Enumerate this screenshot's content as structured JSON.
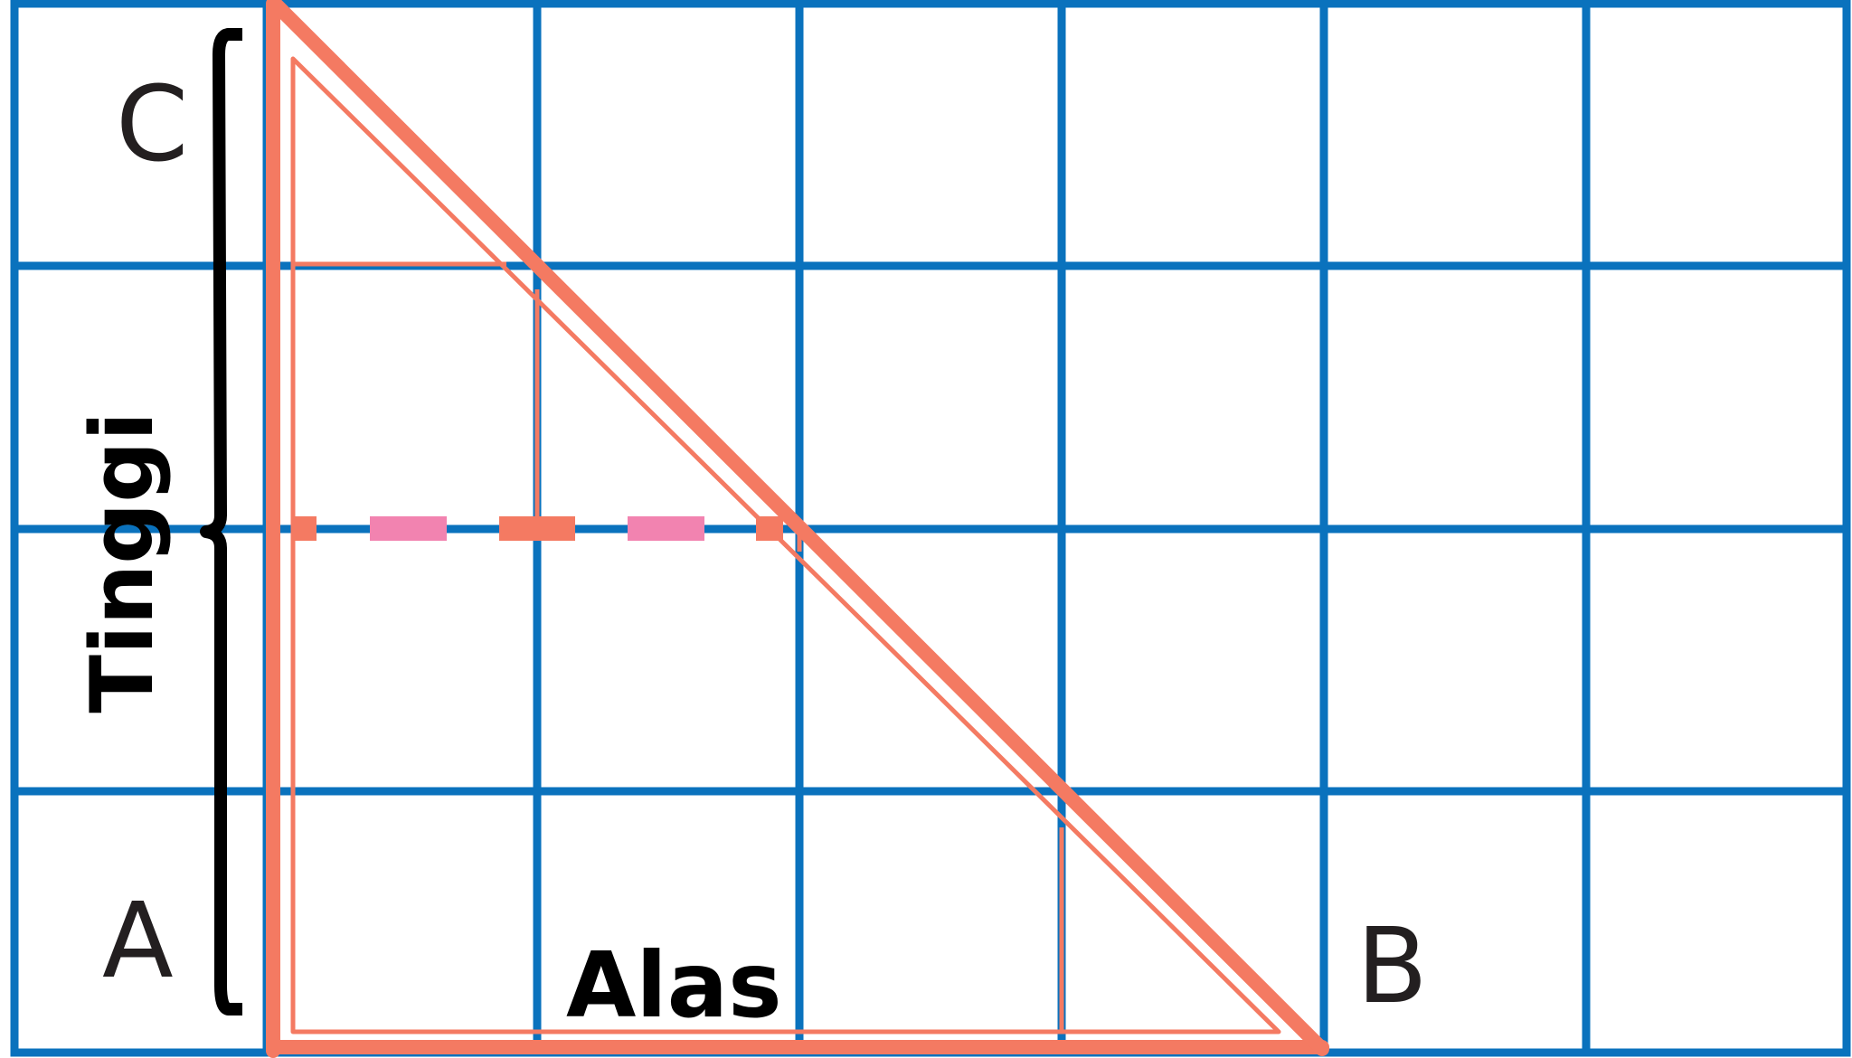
{
  "diagram": {
    "vertex_labels": {
      "a": "A",
      "b": "B",
      "c": "C"
    },
    "height_label": "Tinggi",
    "base_label": "Alas",
    "grid": {
      "columns": 7,
      "rows": 4
    },
    "colors": {
      "grid": "#0a72bd",
      "triangle": "#f47a62",
      "dash_accent": "#f283b0",
      "brace": "#000000",
      "label": "#231f20"
    }
  }
}
